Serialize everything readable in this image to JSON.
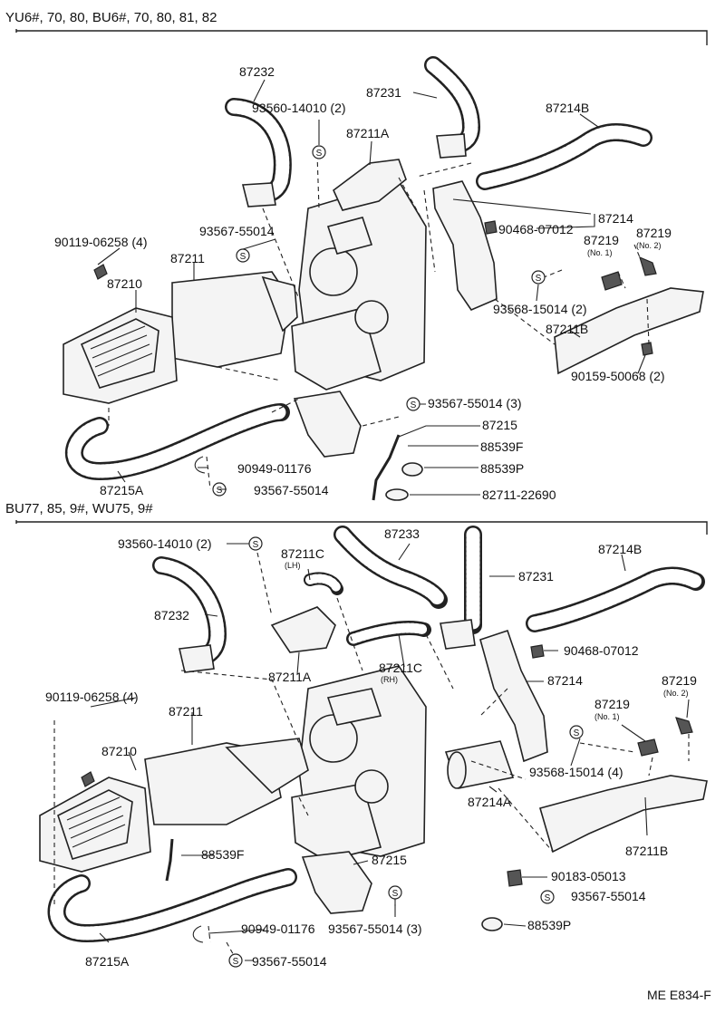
{
  "sections": {
    "top_header": "YU6#, 70, 80, BU6#, 70, 80, 81, 82",
    "bottom_header": "BU77, 85, 9#, WU75, 9#"
  },
  "symbol_glyph": "S",
  "footer_code": "ME E834-F",
  "top": {
    "p87232": "87232",
    "p93560": "93560-14010 (2)",
    "p87231": "87231",
    "p87214B": "87214B",
    "p87211A": "87211A",
    "p87214": "87214",
    "p90468": "90468-07012",
    "p87219_1": "87219",
    "p87219_1_note": "(No. 1)",
    "p87219_2": "87219",
    "p87219_2_note": "(No. 2)",
    "p93567a": "93567-55014",
    "p90119": "90119-06258 (4)",
    "p87211": "87211",
    "p87210": "87210",
    "p93568": "93568-15014 (2)",
    "p87211B": "87211B",
    "p90159": "90159-50068 (2)",
    "p93567b": "93567-55014 (3)",
    "p87215": "87215",
    "p88539F": "88539F",
    "p88539P": "88539P",
    "p90949": "90949-01176",
    "p87215A": "87215A",
    "p93567c": "93567-55014",
    "p82711": "82711-22690"
  },
  "bottom": {
    "p93560": "93560-14010 (2)",
    "p87233": "87233",
    "p87214B": "87214B",
    "p87211C_lh": "87211C",
    "p87211C_lh_note": "(LH)",
    "p87231": "87231",
    "p87232": "87232",
    "p90468": "90468-07012",
    "p87211A": "87211A",
    "p87211C_rh": "87211C",
    "p87211C_rh_note": "(RH)",
    "p87214": "87214",
    "p87219_2": "87219",
    "p87219_2_note": "(No. 2)",
    "p90119": "90119-06258 (4)",
    "p87219_1": "87219",
    "p87219_1_note": "(No. 1)",
    "p87211": "87211",
    "p87210": "87210",
    "p93568": "93568-15014 (4)",
    "p87214A": "87214A",
    "p87211B": "87211B",
    "p88539F": "88539F",
    "p87215": "87215",
    "p90183": "90183-05013",
    "p93567a": "93567-55014",
    "p90949": "90949-01176",
    "p93567b": "93567-55014 (3)",
    "p88539P": "88539P",
    "p87215A": "87215A",
    "p93567c": "93567-55014"
  }
}
